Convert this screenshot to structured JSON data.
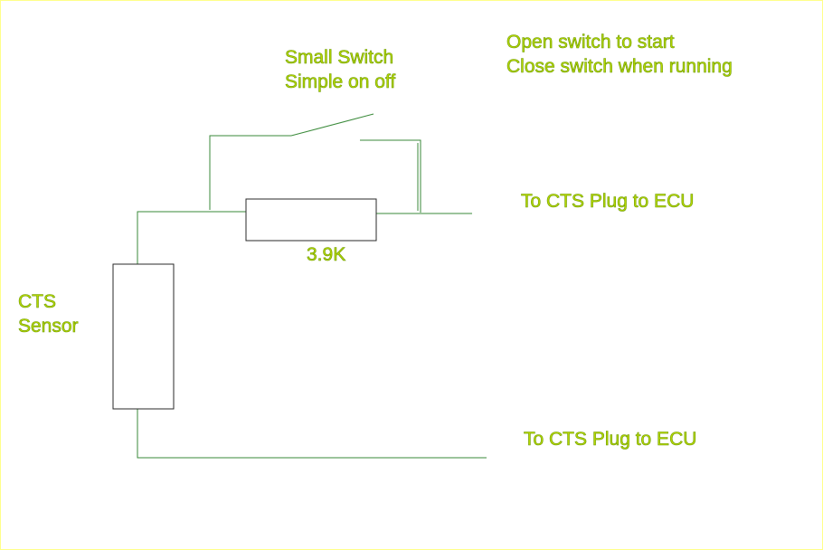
{
  "diagram": {
    "switch_label": [
      "Small Switch",
      "Simple on off"
    ],
    "instructions": [
      "Open switch to start",
      "Close switch when running"
    ],
    "sensor_label": [
      "CTS",
      "Sensor"
    ],
    "resistor_value": "3.9K",
    "output_top": "To CTS Plug to ECU",
    "output_bottom": "To CTS Plug to ECU",
    "colors": {
      "wire": "#3a8a3a",
      "component_outline": "#2a2a2a",
      "label_fill": "#b8d800",
      "border": "#ffff88"
    }
  }
}
